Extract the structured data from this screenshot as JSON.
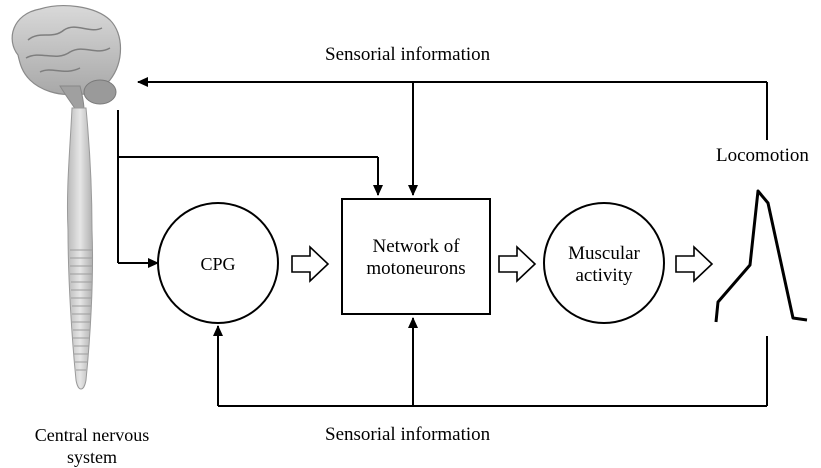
{
  "labels": {
    "sensorial_top": "Sensorial information",
    "sensorial_bottom": "Sensorial information",
    "locomotion": "Locomotion",
    "cns_line1": "Central nervous",
    "cns_line2": "system"
  },
  "nodes": {
    "cpg": "CPG",
    "network_line1": "Network of",
    "network_line2": "motoneurons",
    "muscular_line1": "Muscular",
    "muscular_line2": "activity"
  },
  "icons": {
    "brain": "brain-spinal-cord-icon",
    "locomotion_trace": "locomotion-trace-icon",
    "hollow_arrow": "hollow-arrow-icon"
  }
}
